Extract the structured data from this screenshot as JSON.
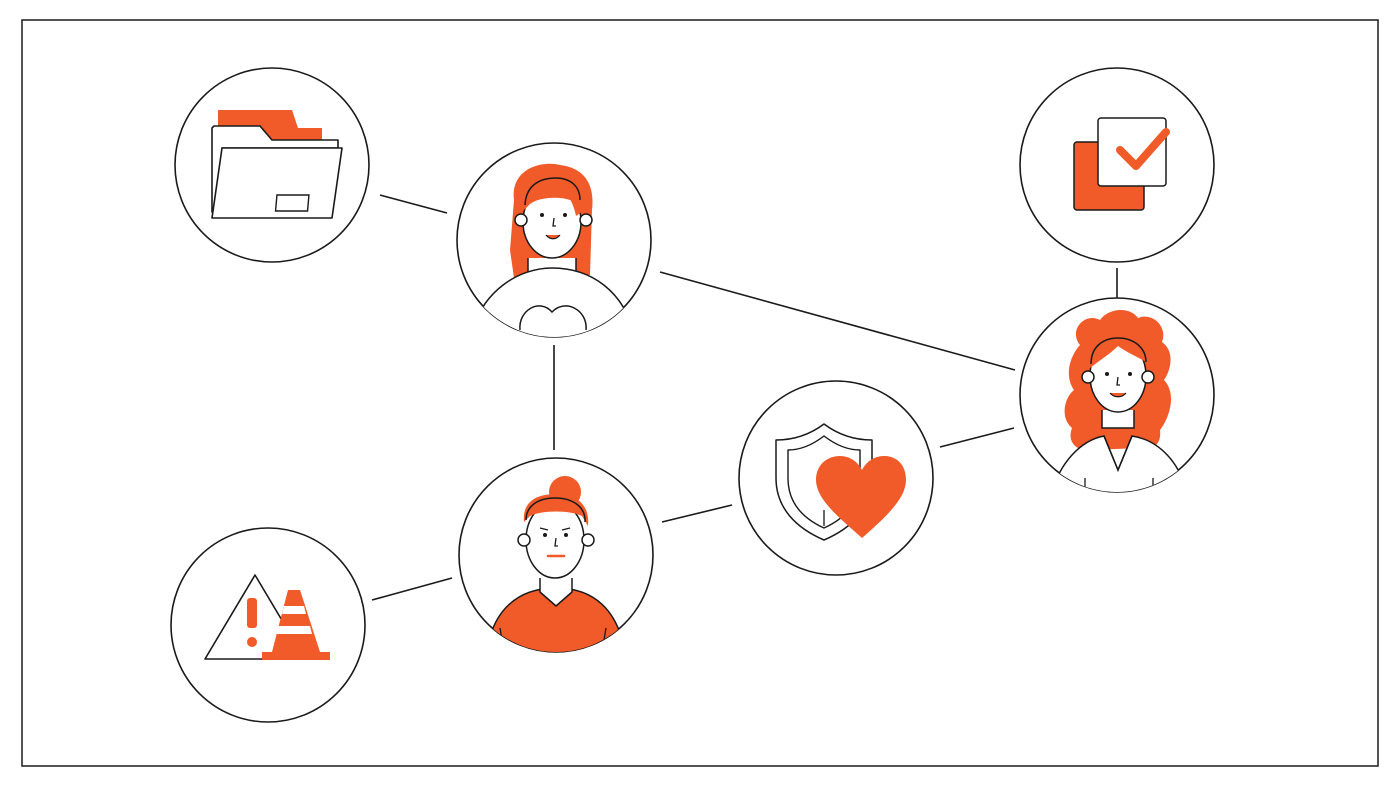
{
  "colors": {
    "accent": "#f15a29",
    "stroke": "#1a1a1a",
    "background": "#ffffff"
  },
  "nodes": [
    {
      "id": "folder",
      "icon": "folder-icon"
    },
    {
      "id": "woman-top",
      "icon": "woman-straight-hair-avatar"
    },
    {
      "id": "checkbox",
      "icon": "checkbox-checked-icon"
    },
    {
      "id": "woman-right",
      "icon": "woman-curly-hair-avatar"
    },
    {
      "id": "shield-heart",
      "icon": "shield-heart-icon"
    },
    {
      "id": "man",
      "icon": "man-avatar"
    },
    {
      "id": "warning",
      "icon": "warning-cone-icon"
    }
  ],
  "connections": [
    [
      "folder",
      "woman-top"
    ],
    [
      "woman-top",
      "woman-right"
    ],
    [
      "woman-top",
      "man"
    ],
    [
      "checkbox",
      "woman-right"
    ],
    [
      "shield-heart",
      "woman-right"
    ],
    [
      "man",
      "shield-heart"
    ],
    [
      "warning",
      "man"
    ]
  ]
}
